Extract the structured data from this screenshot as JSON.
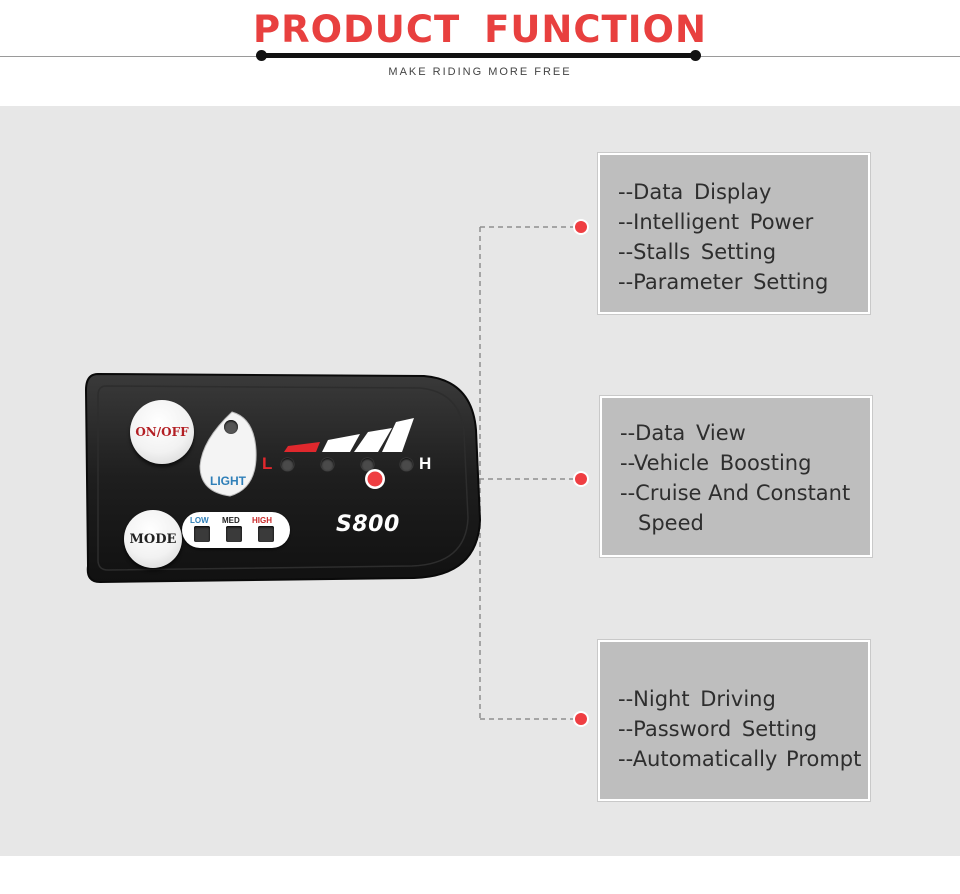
{
  "header": {
    "title": "PRODUCT  FUNCTION",
    "subtitle": "MAKE RIDING MORE FREE"
  },
  "device": {
    "onoff_label": "ON/OFF",
    "light_label": "LIGHT",
    "mode_label": "MODE",
    "levels": [
      "LOW",
      "MED",
      "HIGH"
    ],
    "level_letters": {
      "low": "L",
      "high": "H"
    },
    "model": "S800"
  },
  "features": [
    {
      "lines": [
        "--Data  Display",
        "--Intelligent  Power",
        "--Stalls  Setting",
        "--Parameter  Setting"
      ]
    },
    {
      "lines": [
        "--Data  View",
        "--Vehicle  Boosting",
        "--Cruise And Constant",
        "Speed"
      ]
    },
    {
      "lines": [
        "--Night  Driving",
        "--Password  Setting",
        "--Automatically  Prompt"
      ]
    }
  ],
  "colors": {
    "accent": "#e8403f",
    "panel": "#bebebe",
    "stage": "#e7e7e7",
    "connector": "#8f8f8f"
  }
}
